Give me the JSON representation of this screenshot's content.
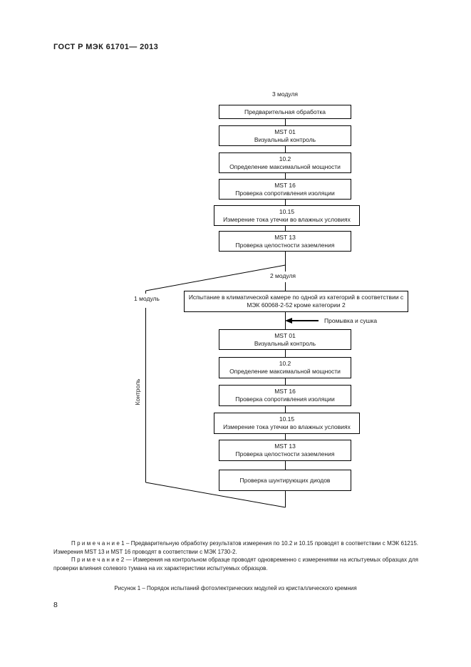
{
  "header": {
    "title": "ГОСТ Р МЭК  61701— 2013"
  },
  "page_number": "8",
  "figure": {
    "branch_labels": {
      "three_modules": "3 модуля",
      "two_modules": "2 модуля",
      "one_module": "1 модуль"
    },
    "control_label": "Контроль",
    "wash_label": "Промывка и сушка",
    "pre_chain": [
      {
        "code": "",
        "title": "Предварительная обработка"
      },
      {
        "code": "MST 01",
        "title": "Визуальный контроль"
      },
      {
        "code": "10.2",
        "title": "Определение максимальной мощности"
      },
      {
        "code": "MST 16",
        "title": "Проверка сопротивления изоляции"
      },
      {
        "code": "10.15",
        "title": "Измерение тока утечки во влажных условиях"
      },
      {
        "code": "MST 13",
        "title": "Проверка целостности заземления"
      }
    ],
    "chamber_box": "Испытание в климатической камере по одной из категорий в соответствии с МЭК 60068-2-52 кроме категории 2",
    "post_chain": [
      {
        "code": "MST 01",
        "title": "Визуальный контроль"
      },
      {
        "code": "10.2",
        "title": "Определение максимальной мощности"
      },
      {
        "code": "MST 16",
        "title": "Проверка сопротивления изоляции"
      },
      {
        "code": "10.15",
        "title": "Измерение тока утечки во влажных условиях"
      },
      {
        "code": "MST 13",
        "title": "Проверка целостности заземления"
      },
      {
        "code": "",
        "title": "Проверка шунтирующих диодов"
      }
    ]
  },
  "notes": [
    {
      "text": "П р и м е ч а н и е   1 – Предварительную обработку результатов измерения по 10.2 и 10.15 проводят в соответствии с МЭК 61215. Измерения MST 13 и MST 16 проводят в соответствии с МЭК 1730-2."
    },
    {
      "text": "П р и м е ч а н и е   2 — Измерения на контрольном образце проводят одновременно с измерениями на испытуемых образцах для проверки влияния солевого тумана на их характеристики испытуемых образцов."
    }
  ],
  "caption": "Рисунок 1 – Порядок испытаний фотоэлектрических модулей из кристаллического кремния"
}
